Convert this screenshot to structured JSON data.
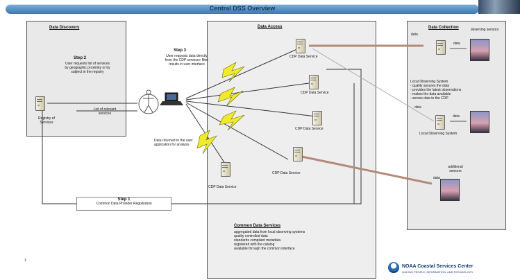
{
  "banner": {
    "title": "Central DSS Overview"
  },
  "discovery": {
    "title": "Data Discovery",
    "step2_title": "Step 2",
    "step2_text": "User requests list of services by geographic proximity or by subject in the registry",
    "registry_label": "Registry of Services",
    "return_text": "List of relevant services"
  },
  "user": {
    "step3_title": "Step 3",
    "step3_text": "User requests data directly from the CDP services; filter results in user interface",
    "bottom_text": "Data returned to the user application for analysis"
  },
  "access": {
    "title": "Data Access",
    "server_labels": [
      "CDP Data Service",
      "CDP Data Service",
      "CDP Data Service",
      "CDP Data Service",
      "CDP Data Service"
    ],
    "summary_title": "Common Data Services",
    "summary_items": [
      "aggregated data from local observing systems",
      "quality controlled data",
      "standards compliant metadata",
      "registered with the catalog",
      "available through the common interface"
    ]
  },
  "collection": {
    "title": "Data Collection",
    "data_label_1": "data",
    "data_label_2": "data",
    "data_label_3": "data",
    "data_label_4": "data",
    "data_label_5": "data",
    "sensor_top": "observing sensors",
    "sensor_bottom": "additional sensors",
    "observer_1": "Local Observing System",
    "observer_2": "Local Observing System",
    "obs_text": "Local Observing System\n- quality assures the data\n- provides the latest observations\n- makes the data available\n- serves data to the CDP"
  },
  "step1": {
    "title": "Step 1",
    "text": "Common Data Provider Registration"
  },
  "footer": {
    "page_number": "1",
    "org_name": "NOAA Coastal Services Center",
    "org_tagline": "LINKING PEOPLE, INFORMATION, AND TECHNOLOGY"
  }
}
